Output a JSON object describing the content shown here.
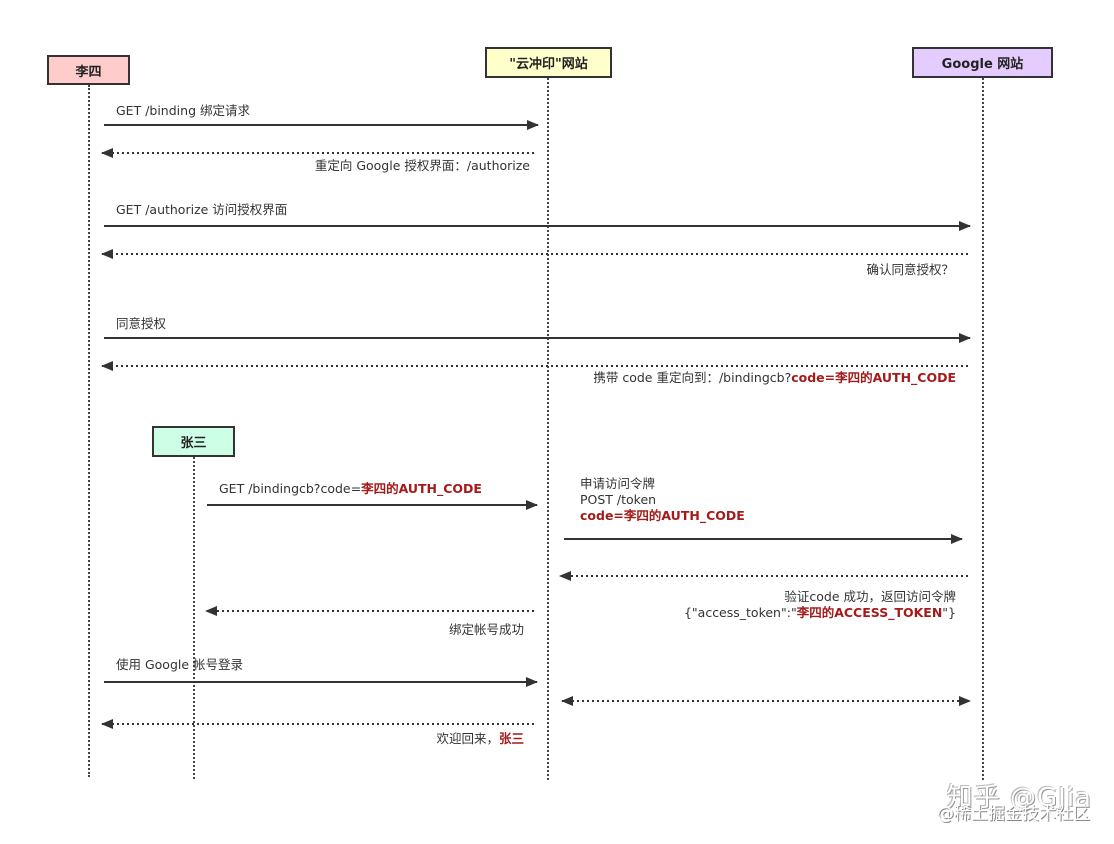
{
  "participants": {
    "lisi": {
      "label": "李四",
      "color": "#ffcccc"
    },
    "cloud": {
      "label": "\"云冲印\"网站",
      "color": "#ffffcc"
    },
    "google": {
      "label": "Google 网站",
      "color": "#e5ccff"
    },
    "zhangsan": {
      "label": "张三",
      "color": "#ccffe5"
    }
  },
  "messages": [
    {
      "text": "GET /binding 绑定请求",
      "type": "solid",
      "from": "李四",
      "to": "云冲印"
    },
    {
      "text": "重定向 Google 授权界面：/authorize",
      "type": "dotted",
      "from": "云冲印",
      "to": "李四"
    },
    {
      "text": "GET /authorize 访问授权界面",
      "type": "solid",
      "from": "李四",
      "to": "Google"
    },
    {
      "text": "确认同意授权？",
      "type": "dotted",
      "from": "Google",
      "to": "李四"
    },
    {
      "text": "同意授权",
      "type": "solid",
      "from": "李四",
      "to": "Google"
    },
    {
      "text": "携带 code 重定向到：/bindingcb?",
      "highlight": "code=李四的AUTH_CODE",
      "type": "dotted",
      "from": "Google",
      "to": "李四"
    },
    {
      "text": "GET /bindingcb?code=",
      "highlight": "李四的AUTH_CODE",
      "type": "solid",
      "from": "张三",
      "to": "云冲印"
    },
    {
      "line1": "申请访问令牌",
      "line2": "POST /token",
      "highlight": "code=李四的AUTH_CODE",
      "type": "solid",
      "from": "云冲印",
      "to": "Google"
    },
    {
      "line1": "验证code 成功，返回访问令牌",
      "line2_pre": "{\"access_token\":\"",
      "highlight": "李四的ACCESS_TOKEN",
      "line2_post": "\"}",
      "type": "dotted",
      "from": "Google",
      "to": "云冲印"
    },
    {
      "text": "绑定帐号成功",
      "type": "dotted",
      "from": "云冲印",
      "to": "张三"
    },
    {
      "text": "使用 Google 帐号登录",
      "type": "solid",
      "from": "李四",
      "to": "云冲印"
    },
    {
      "text": "",
      "type": "dotted-bidirectional",
      "from": "云冲印",
      "to": "Google"
    },
    {
      "text": "欢迎回来，",
      "highlight": "张三",
      "type": "dotted",
      "from": "云冲印",
      "to": "李四"
    }
  ],
  "watermark": {
    "line1": "知乎 @GJia",
    "line2": "@稀土掘金技术社区"
  }
}
